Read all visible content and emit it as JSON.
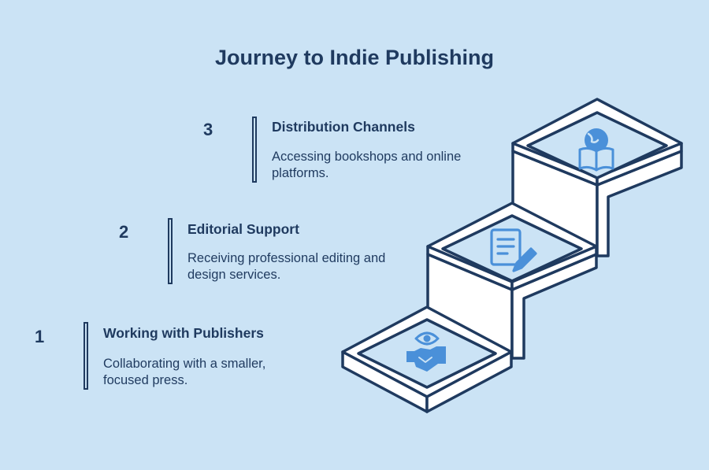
{
  "title": "Journey to Indie Publishing",
  "steps": [
    {
      "number": "1",
      "title": "Working with Publishers",
      "description": "Collaborating with a smaller, focused press.",
      "icon": "handshake-eye-icon"
    },
    {
      "number": "2",
      "title": "Editorial Support",
      "description": "Receiving professional editing and design services.",
      "icon": "document-pencil-icon"
    },
    {
      "number": "3",
      "title": "Distribution Channels",
      "description": "Accessing bookshops and online platforms.",
      "icon": "globe-book-icon"
    }
  ],
  "colors": {
    "background": "#cbe3f5",
    "outline": "#1f3a5f",
    "stair_face": "#ffffff",
    "icon": "#4a90d9"
  }
}
